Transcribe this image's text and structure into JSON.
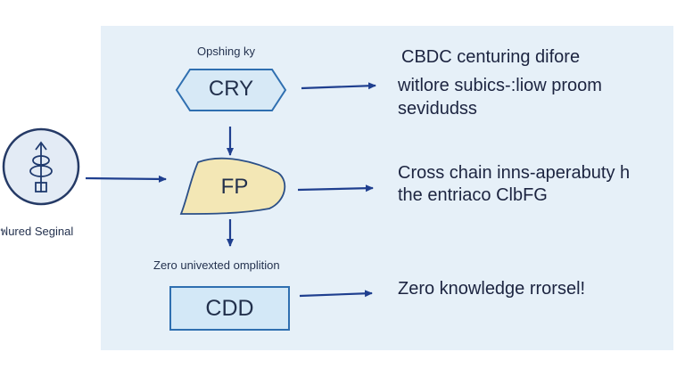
{
  "diagram": {
    "source": {
      "label": "ฟured Seginal",
      "icon": "antenna-icon"
    },
    "top_caption": "Opshing ky",
    "mid_caption": "Zero univexted omplition",
    "nodes": {
      "cry": "CRY",
      "fp": "FP",
      "cdd": "CDD"
    },
    "outputs": {
      "first": [
        "CBDC centuring difore",
        "witlore subics-:liow proom",
        "sevidudss"
      ],
      "second": [
        "Cross chain inns-aperabuty h",
        "the entriaco ClbFG"
      ],
      "third": [
        "Zero knowledge rrorsel!"
      ]
    },
    "colors": {
      "panel": "#e6f0f8",
      "arrow": "#1f3f8f",
      "hexagon_fill": "#d7e9f6",
      "hexagon_stroke": "#2f6fb0",
      "blob_fill": "#f3e7b5",
      "rect_fill": "#d3e8f7"
    }
  }
}
